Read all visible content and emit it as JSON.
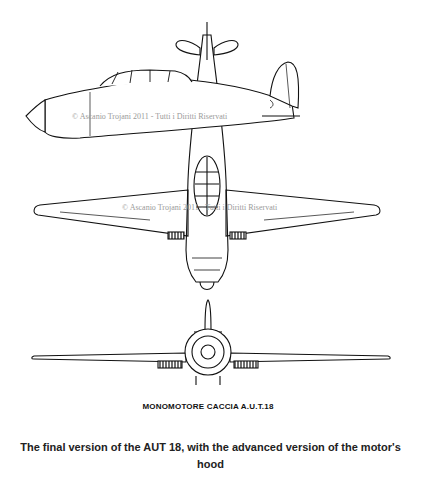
{
  "diagram": {
    "caption": "The final version of the AUT 18, with the advanced version of the motor's hood",
    "labels": [
      "© Ascanio Trojani 2011 - Tutti i Diritti Riservati",
      "© Ascanio Trojani 2011 - Tutti i Diritti Riservati",
      "MONOMOTORE CACCIA A.U.T.18"
    ]
  }
}
